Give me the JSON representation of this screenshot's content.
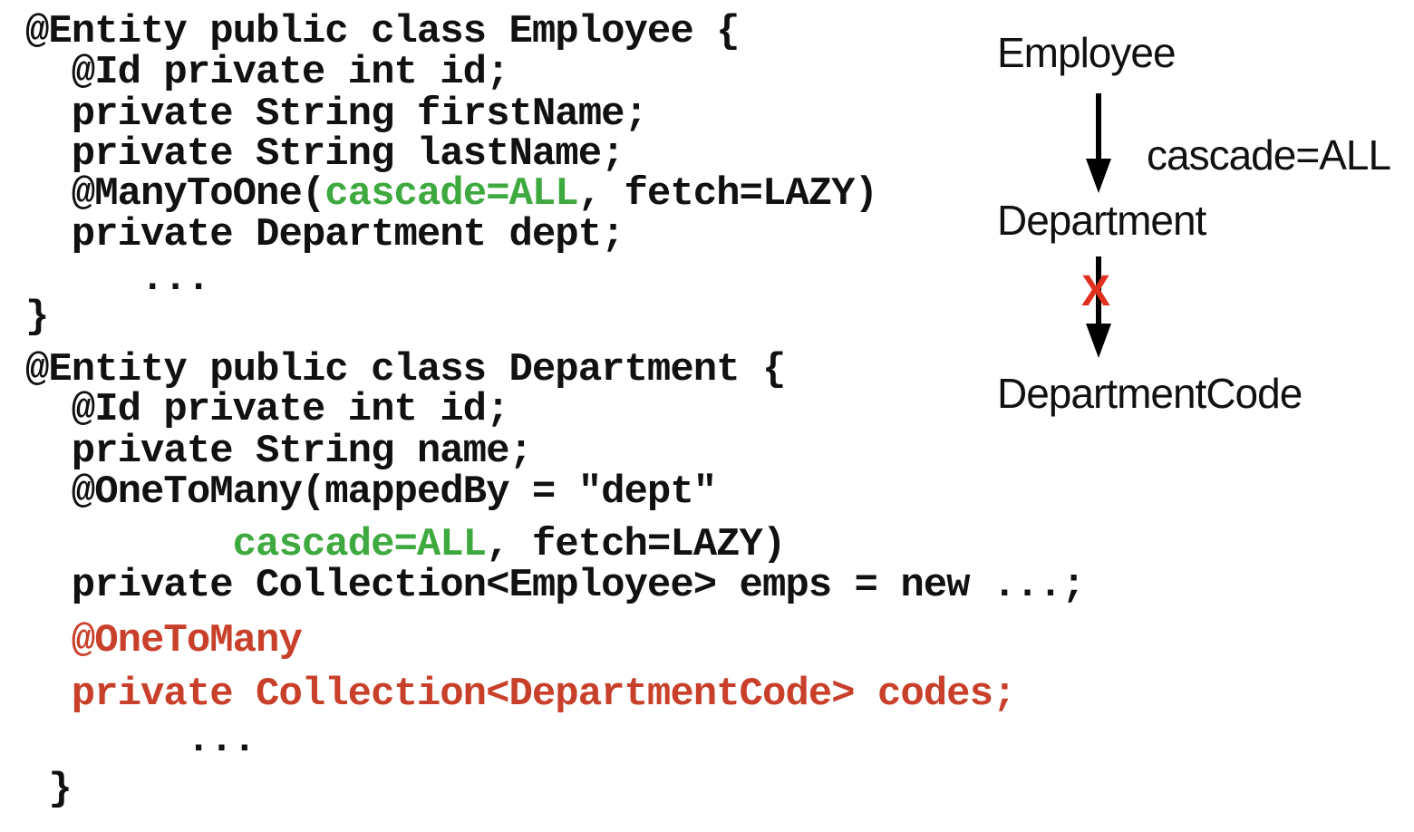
{
  "code": {
    "employee": [
      [
        {
          "text": "@Entity public class Employee {"
        }
      ],
      [
        {
          "text": "  @Id private int id;"
        }
      ],
      [
        {
          "text": "  private String firstName;"
        }
      ],
      [
        {
          "text": "  private String lastName;"
        }
      ],
      [
        {
          "text": "  @ManyToOne("
        },
        {
          "text": "cascade=ALL",
          "color": "green"
        },
        {
          "text": ", fetch=LAZY)"
        }
      ],
      [
        {
          "text": "  private Department dept;"
        }
      ],
      [
        {
          "text": "     ..."
        }
      ],
      [
        {
          "text": "}"
        }
      ]
    ],
    "department": [
      [
        {
          "text": "@Entity public class Department {"
        }
      ],
      [
        {
          "text": "  @Id private int id;"
        }
      ],
      [
        {
          "text": "  private String name;"
        }
      ],
      [
        {
          "text": "  @OneToMany(mappedBy = \"dept\""
        }
      ],
      [
        {
          "text": "         "
        },
        {
          "text": "cascade=ALL",
          "color": "green"
        },
        {
          "text": ", fetch=LAZY)"
        }
      ],
      [
        {
          "text": "  private Collection<Employee> emps = new ...;"
        }
      ],
      [
        {
          "text": "  @OneToMany",
          "color": "red"
        }
      ],
      [
        {
          "text": "  private Collection<DepartmentCode> codes;",
          "color": "red"
        }
      ],
      [
        {
          "text": "       ..."
        }
      ],
      [
        {
          "text": " }"
        }
      ]
    ]
  },
  "diagram": {
    "employee_label": "Employee",
    "department_label": "Department",
    "department_code_label": "DepartmentCode",
    "cascade_label": "cascade=ALL",
    "no_cascade_mark": "X"
  },
  "colors": {
    "code_text": "#111111",
    "cascade_highlight": "#3ea93e",
    "added_field": "#c9402a",
    "cross_mark": "#e03020",
    "arrow": "#000000"
  },
  "icons": {
    "arrow": "down-arrow-icon",
    "cross": "cross-icon"
  }
}
